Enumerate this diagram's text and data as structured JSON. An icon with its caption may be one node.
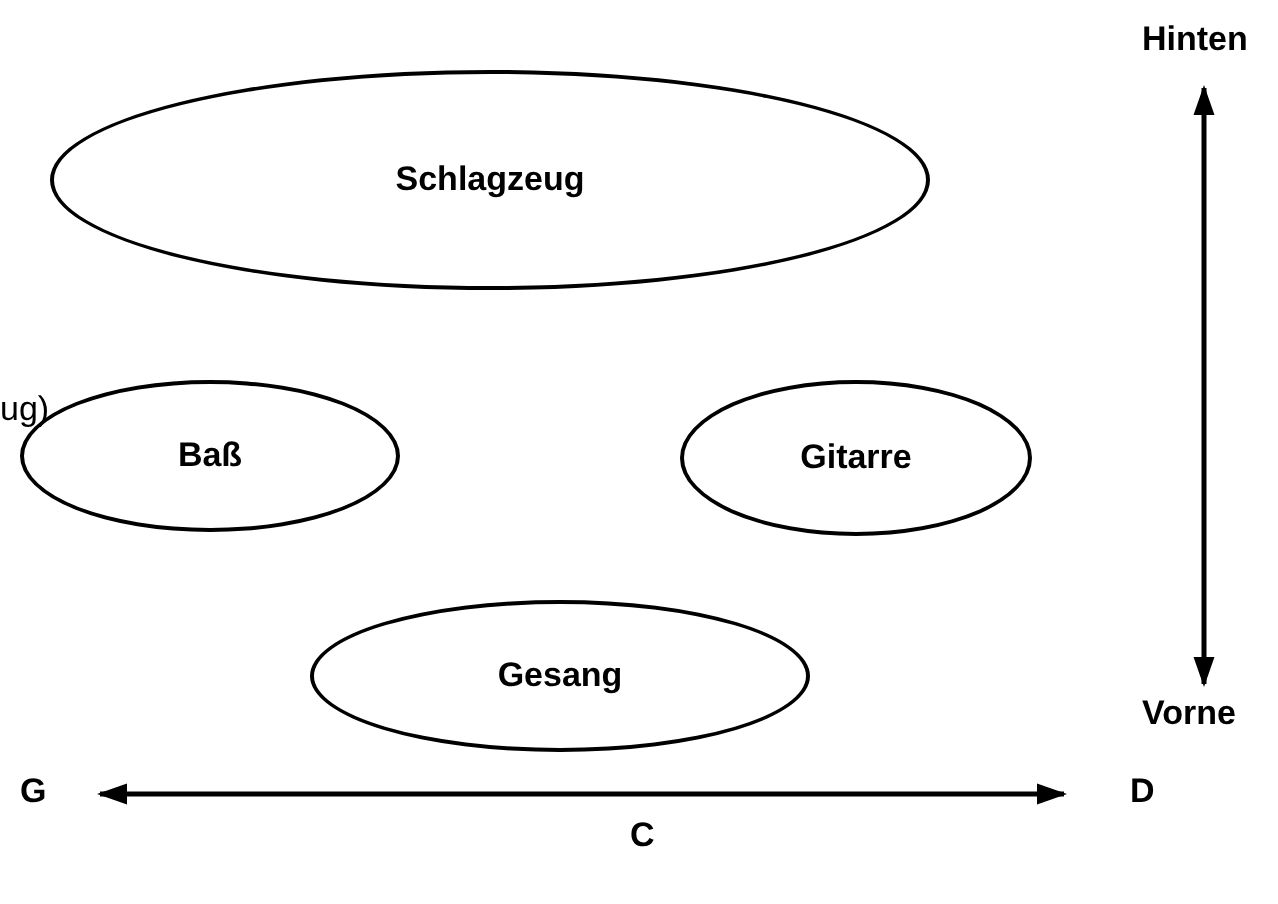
{
  "diagram": {
    "nodes": [
      {
        "text": [
          "Schlagzeug"
        ]
      },
      {
        "text": [
          "Baß"
        ]
      },
      {
        "text": [
          "Gitarre"
        ]
      },
      {
        "text": [
          "Gesang"
        ]
      }
    ],
    "labels": [
      "Hinten",
      "ug)",
      "Vorne",
      "G",
      "D",
      "C"
    ]
  }
}
